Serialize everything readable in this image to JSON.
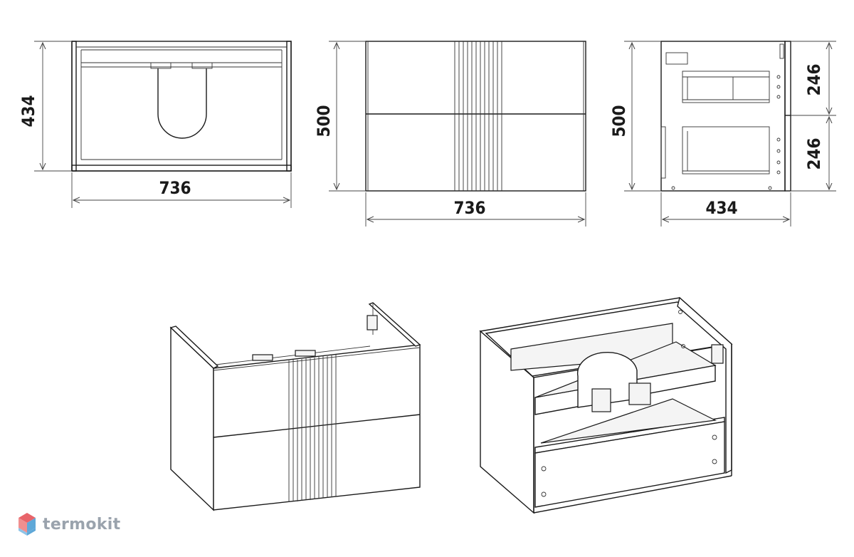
{
  "views": {
    "top": {
      "width": "736",
      "depth": "434"
    },
    "front": {
      "width": "736",
      "height": "500"
    },
    "side": {
      "depth": "434",
      "height": "500",
      "drawer_upper": "246",
      "drawer_lower": "246"
    }
  },
  "brand": {
    "name": "termokit"
  },
  "colors": {
    "line": "#1a1a1a",
    "brand_gray": "#9aa3ad",
    "brand_red": "#e8646a",
    "brand_blue": "#5fa8d8"
  }
}
